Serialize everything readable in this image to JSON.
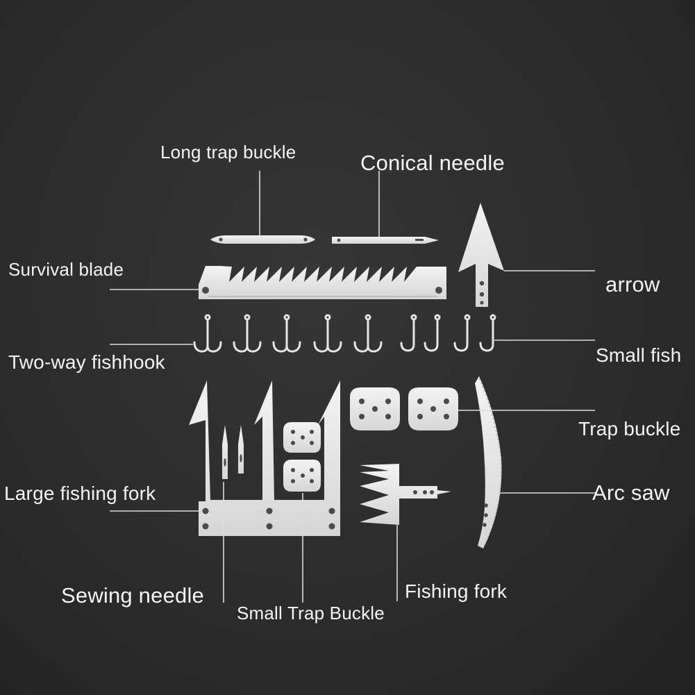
{
  "diagram": {
    "labels": {
      "long_trap_buckle": "Long trap buckle",
      "conical_needle": "Conical needle",
      "survival_blade": "Survival blade",
      "arrow": "arrow",
      "two_way_fishhook": "Two-way fishhook",
      "small_fish": "Small fish",
      "trap_buckle": "Trap buckle",
      "large_fishing_fork": "Large fishing fork",
      "arc_saw": "Arc saw",
      "sewing_needle": "Sewing needle",
      "small_trap_buckle": "Small Trap Buckle",
      "fishing_fork": "Fishing fork"
    },
    "colors": {
      "background": "#2c2c2c",
      "metal": "#e9e9e9",
      "hole": "#4a4a4a",
      "line": "#dcdcdc",
      "text": "#f4f4f4"
    }
  }
}
